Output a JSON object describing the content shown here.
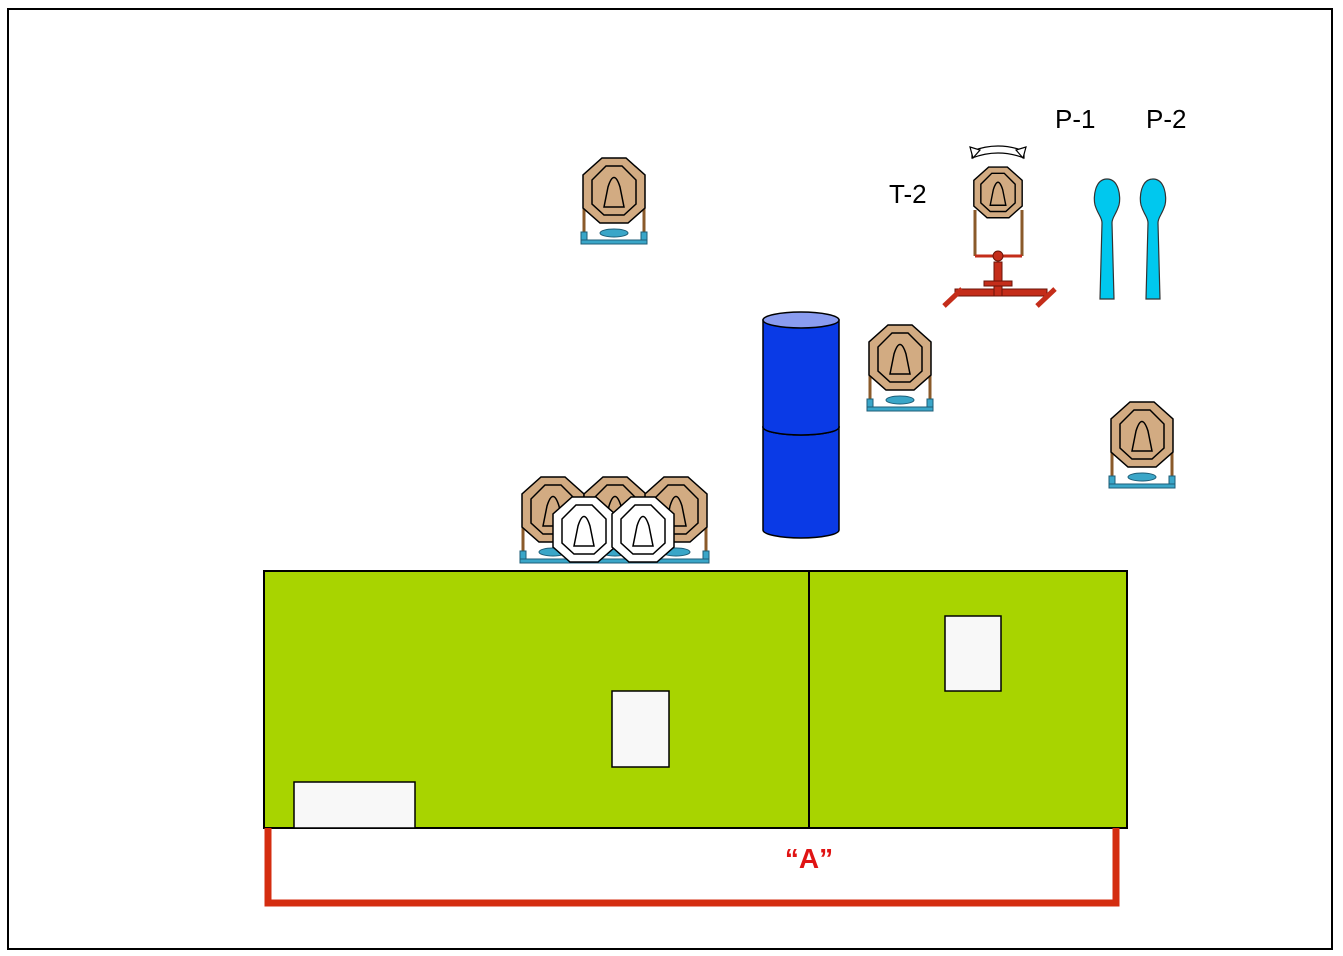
{
  "labels": {
    "t2": "T-2",
    "p1": "P-1",
    "p2": "P-2",
    "area_a": "“A”"
  },
  "colors": {
    "target_face": "#d2ab82",
    "no_shoot_face": "#ffffff",
    "stand_frame": "#3aa6c8",
    "barrel": "#0a3ae6",
    "barrel_top": "#8a9cf0",
    "popper": "#00c8ee",
    "swinger_stand": "#c42d1a",
    "wall": "#a8d400",
    "port": "#f8f8f8",
    "fault_line": "#d42d10",
    "area_label": "#e01414"
  },
  "icons": {
    "target": "steel-plate-target-icon",
    "no_shoot": "no-shoot-target-icon",
    "popper": "popper-icon",
    "swing_arrow": "swing-arrow-icon"
  }
}
